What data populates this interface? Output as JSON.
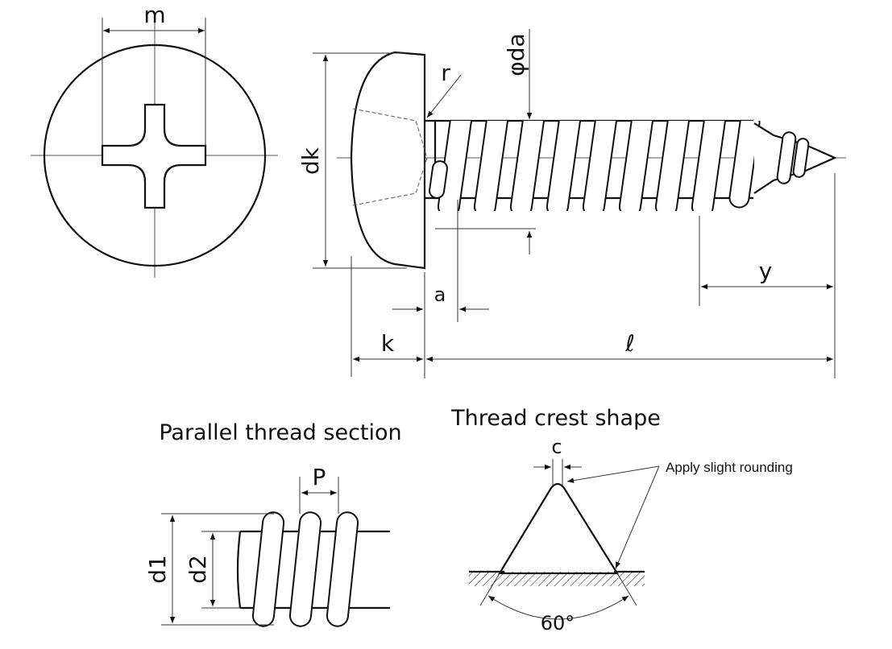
{
  "labels": {
    "m": "m",
    "dk": "dk",
    "r": "r",
    "da": "φda",
    "y": "y",
    "a": "a",
    "k": "k",
    "l": "ℓ",
    "c": "c",
    "p": "P",
    "d1": "d1",
    "d2": "d2",
    "angle": "60°"
  },
  "sections": {
    "parallel_thread": "Parallel thread section",
    "thread_crest": "Thread crest shape"
  },
  "notes": {
    "rounding": "Apply slight rounding"
  }
}
